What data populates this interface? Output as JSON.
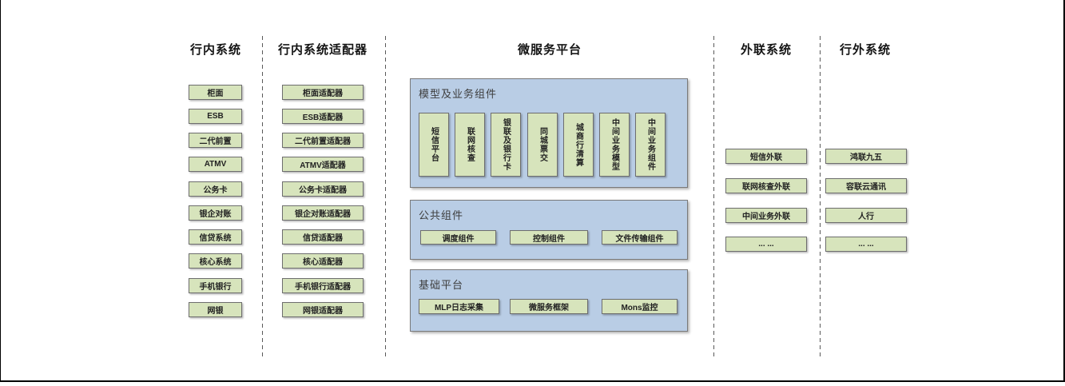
{
  "diagram": {
    "headings": {
      "internal": "行内系统",
      "adapter": "行内系统适配器",
      "platform": "微服务平台",
      "outlink": "外联系统",
      "external": "行外系统"
    },
    "internal_boxes": [
      "柜面",
      "ESB",
      "二代前置",
      "ATMV",
      "公务卡",
      "银企对账",
      "信贷系统",
      "核心系统",
      "手机银行",
      "网银"
    ],
    "adapter_boxes": [
      "柜面适配器",
      "ESB适配器",
      "二代前置适配器",
      "ATMV适配器",
      "公务卡适配器",
      "银企对账适配器",
      "信贷适配器",
      "核心适配器",
      "手机银行适配器",
      "网银适配器"
    ],
    "platform_panels": [
      {
        "label": "模型及业务组件",
        "items": [
          "短信平台",
          "联网核查",
          "银联及银行卡",
          "同城票交",
          "城商行清算",
          "中间业务模型",
          "中间业务组件"
        ]
      },
      {
        "label": "公共组件",
        "items": [
          "调度组件",
          "控制组件",
          "文件传输组件"
        ]
      },
      {
        "label": "基础平台",
        "items": [
          "MLP日志采集",
          "微服务框架",
          "Mons监控"
        ]
      }
    ],
    "outlink_boxes": [
      "短信外联",
      "联网核查外联",
      "中间业务外联",
      "... ..."
    ],
    "external_boxes": [
      "鸿联九五",
      "容联云通讯",
      "人行",
      "... ..."
    ],
    "colors": {
      "box_green": "#d7e4bc",
      "panel_blue": "#b9cde5",
      "dashed_line": "#595959",
      "frame": "#000000"
    }
  }
}
